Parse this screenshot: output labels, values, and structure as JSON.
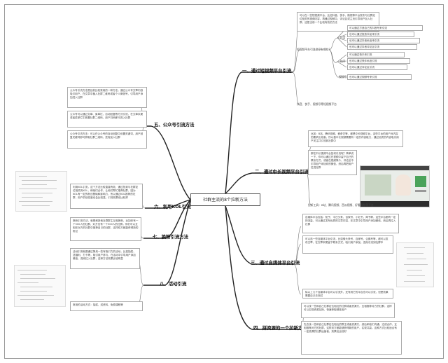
{
  "center": "社群主流的8个拉新方法",
  "branches": {
    "b1": "一、通过短视频平台引流",
    "b2": "二、通过中长视频平台引流",
    "b3": "三、通过自媒体平台引流",
    "b4": "四、拼资源的一个拉新方法",
    "b5": "五、公众号引流方法",
    "b6": "六、利用KOL引流",
    "b7": "七、换粉引流方法",
    "b8": "八、活动引流"
  },
  "b1": {
    "intro": "可以在一些短视频平台，比如抖音、快手、微视等平台发布与社群定位相关的视频内容，再通过视频中、评论区或主页引导用户加入社群，这是当前一个比较有效的方法",
    "q": "短视频平台引流途径有哪些？",
    "g1": "抖音",
    "g1_items": [
      "可以通过打造自己的抖音号来引流",
      "也可以通过投放抖加来引流",
      "也可以通过抖音私信来引流",
      "也可以通过抖音评论区引流"
    ],
    "g2": "快手",
    "g2_items": [
      "可以通过快手来引流",
      "也可以通过快手私信引流",
      "也可以通过评论区引流"
    ],
    "g3": "视频号",
    "g3_items": [
      "也可以通过视频号来引流"
    ],
    "footer": "抖音、快手、视频号等短视频平台"
  },
  "b2": {
    "intro": "比如：B站、腾讯视频、爱奇艺等，都是中长视频平台，这些平台的用户对内容的要求比较高，所以做中长视频需要有一定的内容能力，通过优质的内容吸引用户关注并引流到社群中",
    "body": "那在中长视频平台如何引流呢？简单说一下，你可以通过在视频中留下自己的联系方式，或者在视频简介、评论区中引导用户添加你的微信，然后再把用户拉进社群",
    "footer": "拉新工具：B站、腾讯视频、西瓜视频、好看视频等平台"
  },
  "b3": {
    "intro": "自媒体平台包括：知乎、今日头条、百家号、小红书、简书等，这些平台都有一定的流量，可以通过发布优质的文章内容，在文章中引导用户添加微信，然后再拉入社群",
    "body": "可以选一些自媒体平台引流，比如像头条号、百家号、企鹅号等，都可以发布文章，在文章末尾留下联系方式，吸引用户添加，进而引流到社群中",
    "footer": "除以上几个自媒体平台可以引流外，还有其它的平台也可以引流，但是效果需要自己去测试"
  },
  "b4": {
    "intro": "可以找一些和自己社群定位相近的社群或者资源方，互相推荐对方的社群，这样可以实现资源互换，快速获取精准用户",
    "body": "先去找一些和自己社群定位相近的群主或者资源方，然后和他们沟通，达成合作，互相推荐对方的社群，这样双方都能够获得新的用户，实现共赢。这种方式比较适合有一定资源的社群运营者，效果也比较好"
  },
  "b5": {
    "intro": "公众号引流方法是目前比较常用的一种方法，通过公众号文章内容吸引用户，在文章中植入社群二维码或者个人微信号，引导用户添加进入社群",
    "body1": "公众号可以通过文章、菜单栏、自动回复等方式引流，在文章末尾或者菜单栏中放置社群二维码，用户扫码即可进入社群",
    "body2": "公众号引流方法：可以在公众号的自动回复中设置关键词，用户回复关键词即可获取社群二维码，进而加入社群"
  },
  "b6": {
    "body": "利用KOL引流，这个方法比较直接有效，通过找到与社群定位相关的KOL，和他们合作，让他们帮忙推荐社群，因为KOL有一定的粉丝基础和影响力，所以通过KOL推荐的社群，用户的信任度也会比较高，引流效果也比较好"
  },
  "b7": {
    "body": "换粉引流方法，就是和其他社群群主互相换粉，比如你有一个500人的社群，对方也有一个500人的社群，你们可以互相在对方的社群中推荐自己的社群，这样双方都能获得新的粉丝"
  },
  "b8": {
    "body": "活动引流就是通过策划一些有吸引力的活动，比如抽奖、送福利、打卡等，吸引用户参与，在活动中引导用户添加微信，进而拉入社群，这种方法效果比较明显",
    "footer": "常用的活动方式：抽奖、送资料、免费课程等"
  }
}
